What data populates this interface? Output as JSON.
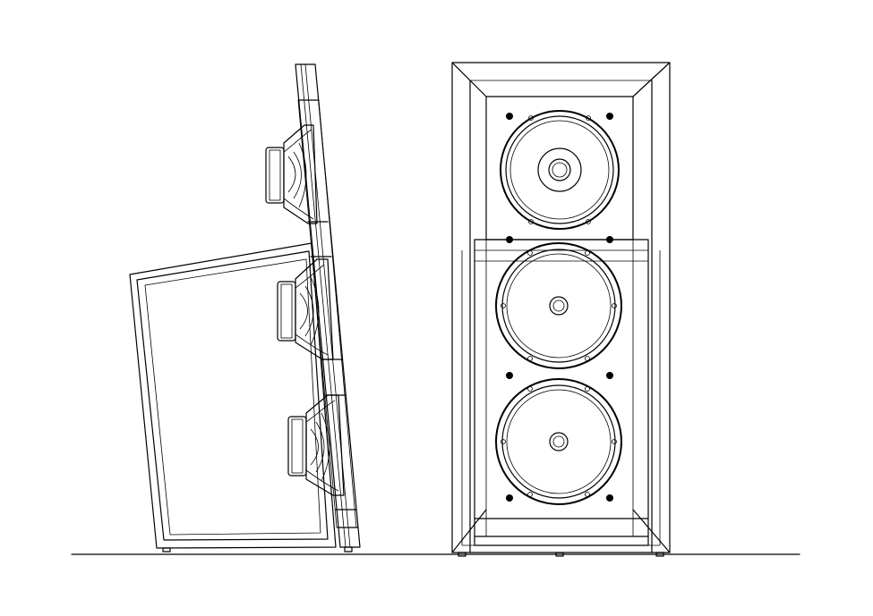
{
  "drawing": {
    "views": [
      {
        "view": "side",
        "drivers": 3
      },
      {
        "view": "front",
        "drivers": 3
      }
    ],
    "colors": {
      "line": "#000000",
      "background": "#ffffff"
    }
  }
}
